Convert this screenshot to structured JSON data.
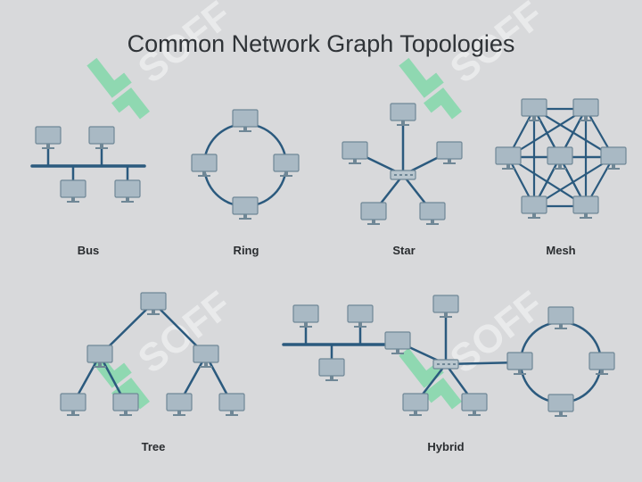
{
  "title": "Common Network Graph Topologies",
  "colors": {
    "background": "#d8d9db",
    "link": "#2b5a7e",
    "monitor_screen": "#a9b9c4",
    "monitor_border": "#6f8796",
    "hub": "#b9c6ce",
    "watermark": "#7dd8a7"
  },
  "topologies": [
    {
      "id": "bus",
      "label": "Bus"
    },
    {
      "id": "ring",
      "label": "Ring"
    },
    {
      "id": "star",
      "label": "Star"
    },
    {
      "id": "mesh",
      "label": "Mesh"
    },
    {
      "id": "tree",
      "label": "Tree"
    },
    {
      "id": "hybrid",
      "label": "Hybrid"
    }
  ],
  "watermark": {
    "text": "SOFF"
  }
}
